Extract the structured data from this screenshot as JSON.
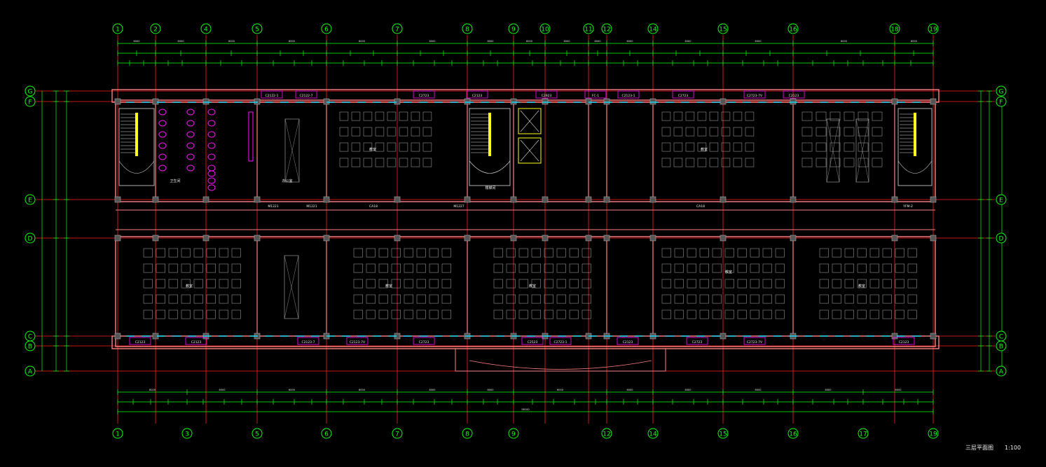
{
  "drawing": {
    "title": "三层平面图",
    "scale": "1:100"
  },
  "grid": {
    "top_columns": [
      "1",
      "2",
      "4",
      "5",
      "6",
      "7",
      "8",
      "9",
      "10",
      "11",
      "12",
      "14",
      "15",
      "16",
      "18",
      "19"
    ],
    "bottom_columns": [
      "1",
      "3",
      "5",
      "6",
      "7",
      "8",
      "9",
      "12",
      "14",
      "15",
      "16",
      "17",
      "19"
    ],
    "rows": [
      "G",
      "F",
      "E",
      "D",
      "C",
      "B",
      "A"
    ]
  },
  "dimensions": {
    "overall": "58100",
    "bay": "6000"
  },
  "windows": {
    "top": [
      "C2122-1",
      "C2122-7",
      "C2723",
      "C2123",
      "C2923",
      "FC-1",
      "C2123-1",
      "C2723",
      "C2723-7V",
      "C2123"
    ],
    "bottom": [
      "C2123",
      "C2123",
      "C2123-7",
      "C2123-7V",
      "C2723",
      "C2523",
      "C2723-1",
      "C2123",
      "C2723",
      "C2723-7V",
      "C2123"
    ],
    "doors": [
      "M1221",
      "M1221",
      "CA18",
      "CA18",
      "M1227",
      "YFM-2"
    ]
  },
  "rooms": {
    "classroom": "教室",
    "office": "办公室",
    "toilet": "卫生间",
    "stair": "楼梯间"
  },
  "colors": {
    "background": "#000000",
    "axis": "#ff2020",
    "dimension": "#10ff10",
    "wall": "#ff8080",
    "text": "#f0f0f0",
    "fixture": "#ff10ff",
    "window": "#10e0ff",
    "stair": "#ffff20"
  }
}
